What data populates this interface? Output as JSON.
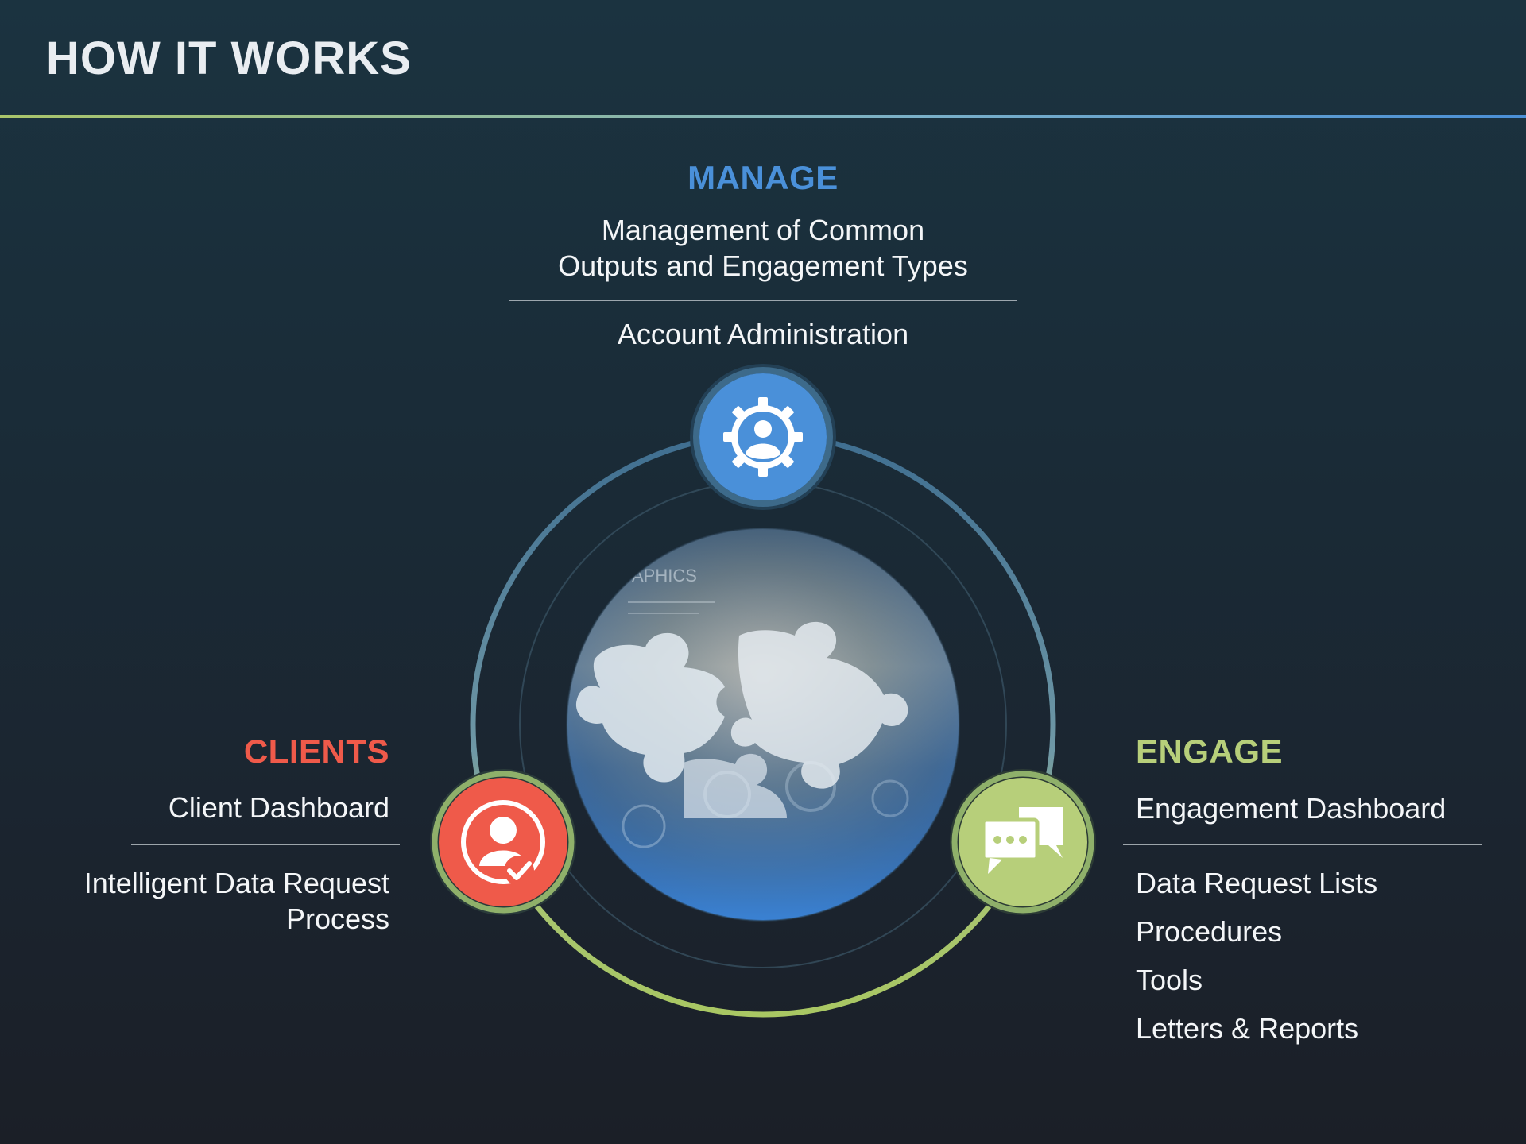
{
  "page": {
    "title": "HOW IT WORKS"
  },
  "manage": {
    "heading": "MANAGE",
    "line1": "Management of Common",
    "line2": "Outputs and Engagement Types",
    "item": "Account Administration",
    "color": "#4a90d9",
    "icon": "gear-user-icon"
  },
  "clients": {
    "heading": "CLIENTS",
    "item1": "Client Dashboard",
    "item2_line1": "Intelligent Data Request",
    "item2_line2": "Process",
    "color": "#ef5a4a",
    "icon": "user-check-icon"
  },
  "engage": {
    "heading": "ENGAGE",
    "item1": "Engagement Dashboard",
    "items": [
      "Data Request Lists",
      "Procedures",
      "Tools",
      "Letters & Reports"
    ],
    "color": "#b7cf7a",
    "icon": "chat-bubbles-icon"
  },
  "center_image": {
    "icon": "puzzle-pieces-image"
  }
}
